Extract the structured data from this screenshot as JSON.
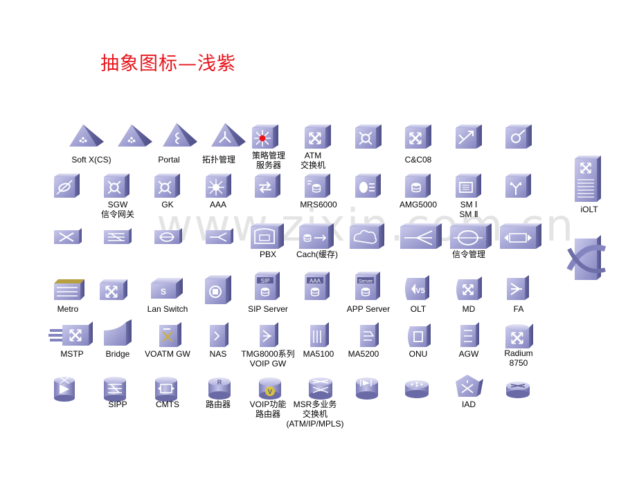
{
  "title": "抽象图标—浅紫",
  "watermark": "www.zixin.com.cn",
  "colors": {
    "title": "#e8141b",
    "icon_face": "#9a9ad0",
    "icon_dark": "#5c5c96",
    "icon_light": "#d6d6f0"
  },
  "labels": {
    "soft_x": "Soft X(CS)",
    "portal": "Portal",
    "topo_mgmt": "拓扑管理",
    "policy_server": "策略管理\n服务器",
    "atm_switch": "ATM\n交换机",
    "cc08": "C&C08",
    "iolt": "iOLT",
    "sgw": "SGW\n信令网关",
    "gk": "GK",
    "aaa": "AAA",
    "mrs6000": "MRS6000",
    "amg5000": "AMG5000",
    "sm": "SM Ⅰ\nSM Ⅱ",
    "pbx": "PBX",
    "cache": "Cach(缓存)",
    "signal_mgmt": "信令管理",
    "metro": "Metro",
    "lan_switch": "Lan Switch",
    "sip_server": "SIP Server",
    "app_server": "APP Server",
    "olt": "OLT",
    "md": "MD",
    "fa": "FA",
    "mstp": "MSTP",
    "bridge": "Bridge",
    "voatm_gw": "VOATM GW",
    "nas": "NAS",
    "tmg8000": "TMG8000系列\nVOIP GW",
    "ma5100": "MA5100",
    "ma5200": "MA5200",
    "onu": "ONU",
    "agw": "AGW",
    "radium": "Radium\n8750",
    "sipp": "SIPP",
    "cmts": "CMTS",
    "router": "路由器",
    "voip_router": "VOIP功能\n路由器",
    "msr": "MSR多业务\n交换机\n(ATM/IP/MPLS)",
    "iad": "IAD"
  },
  "icon_text": {
    "sip": "SIP",
    "aaa": "AAA",
    "server": "Server",
    "v5": "V5",
    "lan_s": "S",
    "router_r": "R",
    "voip_v": "V"
  }
}
